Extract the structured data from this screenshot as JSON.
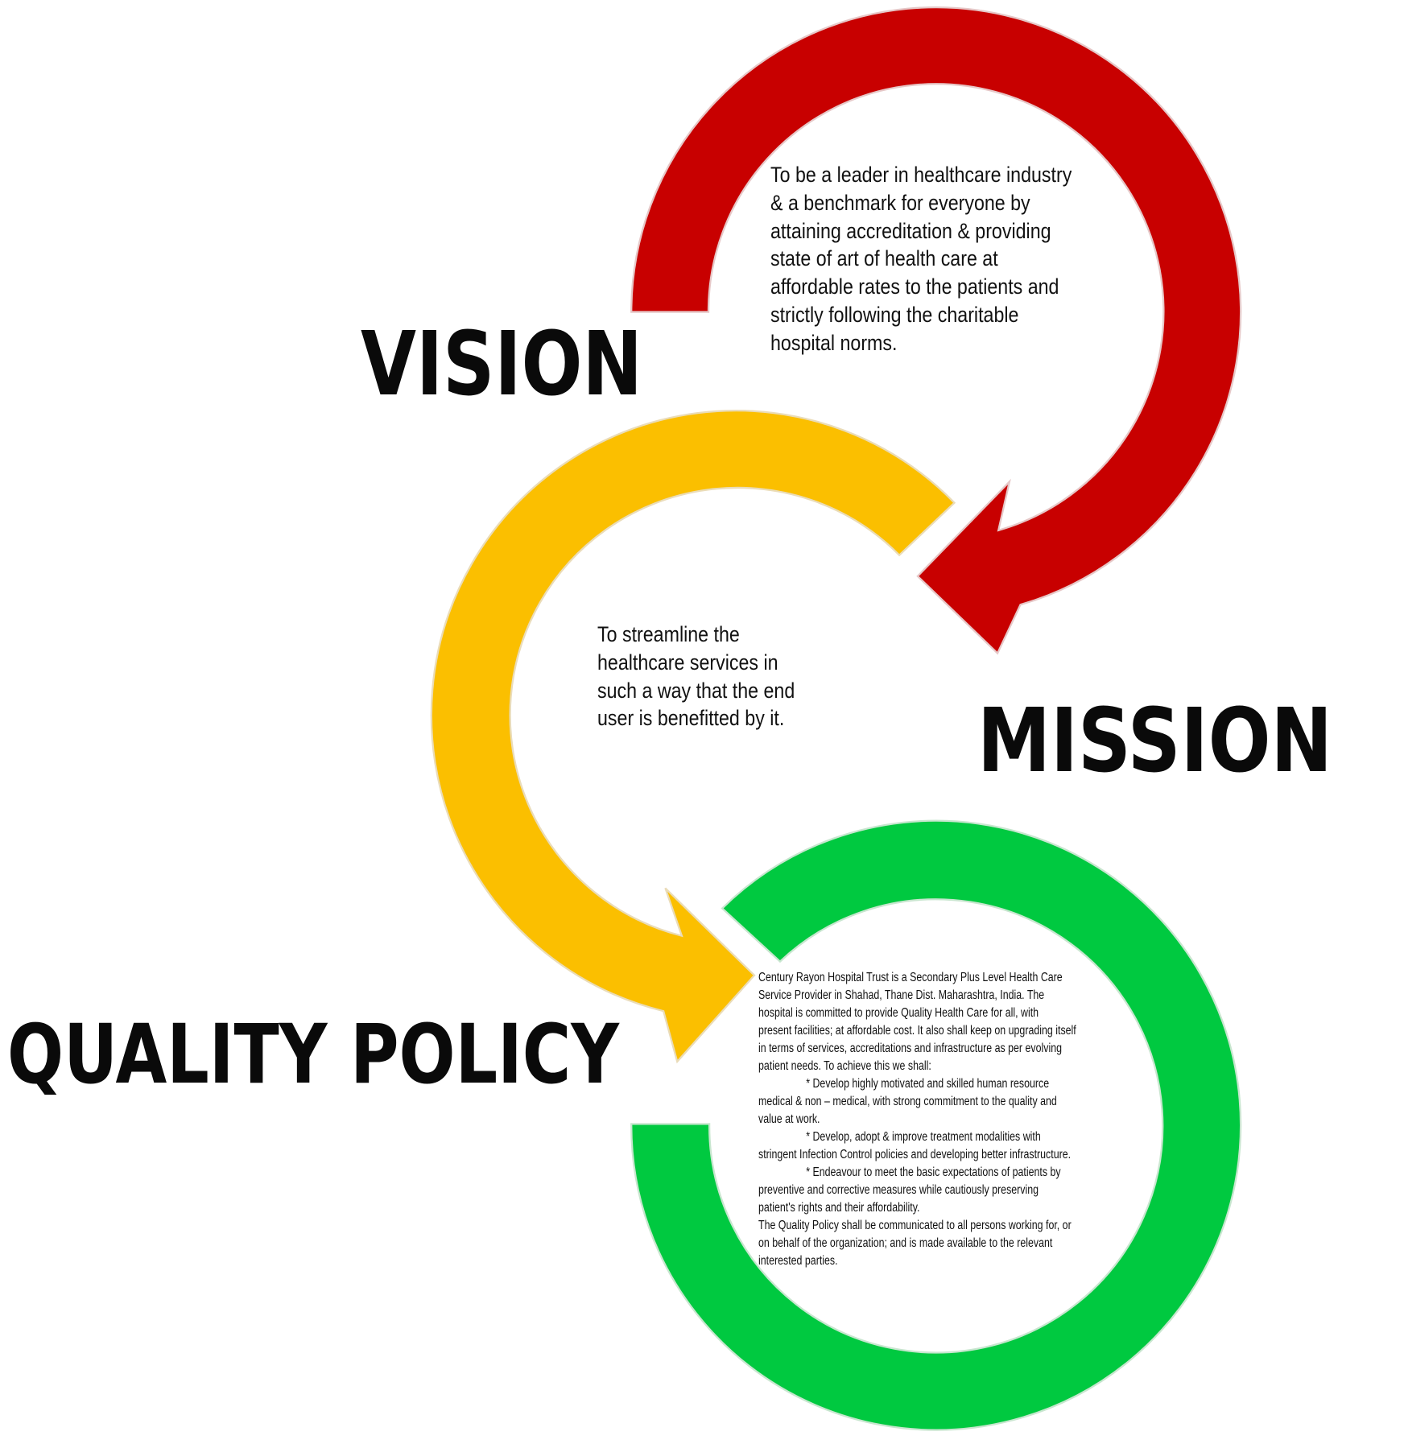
{
  "colors": {
    "vision": "#C80000",
    "mission": "#FBBF00",
    "quality": "#00C940"
  },
  "vision": {
    "title": "VISION",
    "lines": [
      "To be a leader in healthcare industry",
      "& a benchmark for everyone by",
      "attaining accreditation & providing",
      "state of art of health care at",
      "affordable rates to the patients and",
      "strictly following the charitable",
      "hospital norms."
    ]
  },
  "mission": {
    "title": "MISSION",
    "lines": [
      "To streamline the",
      "healthcare services in",
      "such a way that the end",
      "user is benefitted by it."
    ]
  },
  "quality": {
    "title": "QUALITY POLICY",
    "lines": [
      "Century Rayon Hospital Trust is a Secondary Plus Level Health Care",
      "Service Provider in Shahad, Thane Dist. Maharashtra, India. The",
      "hospital is committed to provide Quality Health Care for all, with",
      "present facilities; at affordable cost. It also shall keep on upgrading itself",
      "in terms of services, accreditations and infrastructure as per evolving",
      "patient needs. To achieve this we shall:",
      "* Develop highly motivated and skilled human resource",
      "medical & non – medical, with strong commitment to the quality and",
      "value at work.",
      "* Develop, adopt & improve treatment modalities with",
      "stringent Infection Control policies and developing better infrastructure.",
      "* Endeavour to meet the basic expectations of patients by",
      "preventive and corrective measures while cautiously preserving",
      "patient's rights and their affordability.",
      "The Quality Policy shall be communicated to all persons working for, or",
      "on behalf of the organization; and is made available to the relevant",
      "interested parties."
    ]
  }
}
